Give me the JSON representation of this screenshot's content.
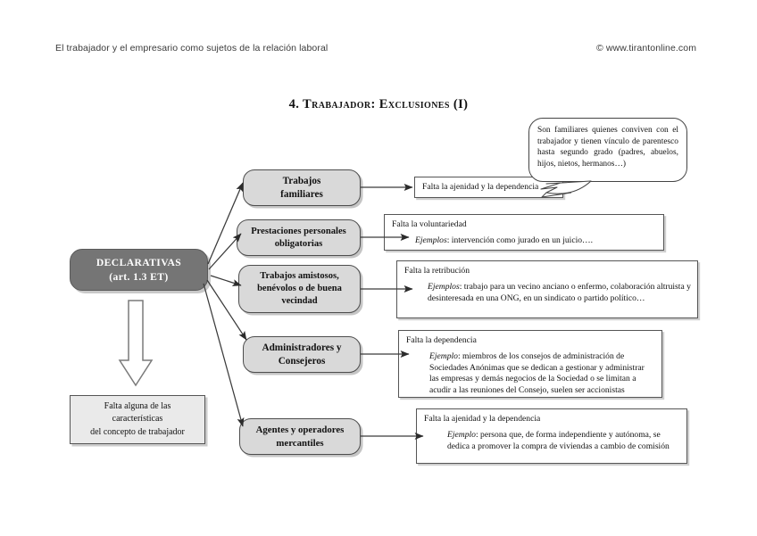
{
  "header": {
    "left": "El trabajador y el empresario como sujetos de la relación laboral",
    "right": "© www.tirantonline.com"
  },
  "title": "4. Trabajador: Exclusiones (I)",
  "root": {
    "line1": "DECLARATIVAS",
    "line2": "(art. 1.3 ET)"
  },
  "outcome": {
    "line1": "Falta alguna de las",
    "line2": "características",
    "line3": "del concepto de trabajador"
  },
  "callout": {
    "text": "Son familiares quienes conviven con el trabajador y tienen vínculo de parentesco hasta segundo grado (padres, abuelos, hijos, nietos, hermanos…)"
  },
  "nodes": [
    {
      "line1": "Trabajos",
      "line2": "familiares",
      "line3": ""
    },
    {
      "line1": "Prestaciones personales",
      "line2": "obligatorias",
      "line3": ""
    },
    {
      "line1": "Trabajos amistosos,",
      "line2": "benévolos o de buena",
      "line3": "vecindad"
    },
    {
      "line1": "Administradores y",
      "line2": "Consejeros",
      "line3": ""
    },
    {
      "line1": "Agentes y operadores",
      "line2": "mercantiles",
      "line3": ""
    }
  ],
  "details": [
    {
      "heading": "Falta la ajenidad y la dependencia",
      "example_label": "",
      "example_text": ""
    },
    {
      "heading": "Falta la voluntariedad",
      "example_label": "Ejemplos",
      "example_text": ": intervención como jurado en un juicio…."
    },
    {
      "heading": "Falta la retribución",
      "example_label": "Ejemplos",
      "example_text": ": trabajo para un vecino anciano o enfermo, colaboración altruista y desinteresada en una ONG, en un sindicato o partido político…"
    },
    {
      "heading": "Falta la dependencia",
      "example_label": "Ejemplo",
      "example_text": ": miembros de los consejos de administración de Sociedades Anónimas que se dedican a gestionar y administrar las empresas y demás negocios de la Sociedad o se limitan a acudir a las reuniones del Consejo, suelen ser accionistas"
    },
    {
      "heading": "Falta la ajenidad y la dependencia",
      "example_label": "Ejemplo",
      "example_text": ": persona que, de forma independiente y autónoma, se dedica a promover la compra de viviendas a cambio de comisión"
    }
  ],
  "colors": {
    "root_fill": "#757575",
    "node_fill": "#d9d9d9",
    "outcome_fill": "#eaeaea",
    "stroke": "#4d4d4d",
    "paper": "#ffffff"
  }
}
